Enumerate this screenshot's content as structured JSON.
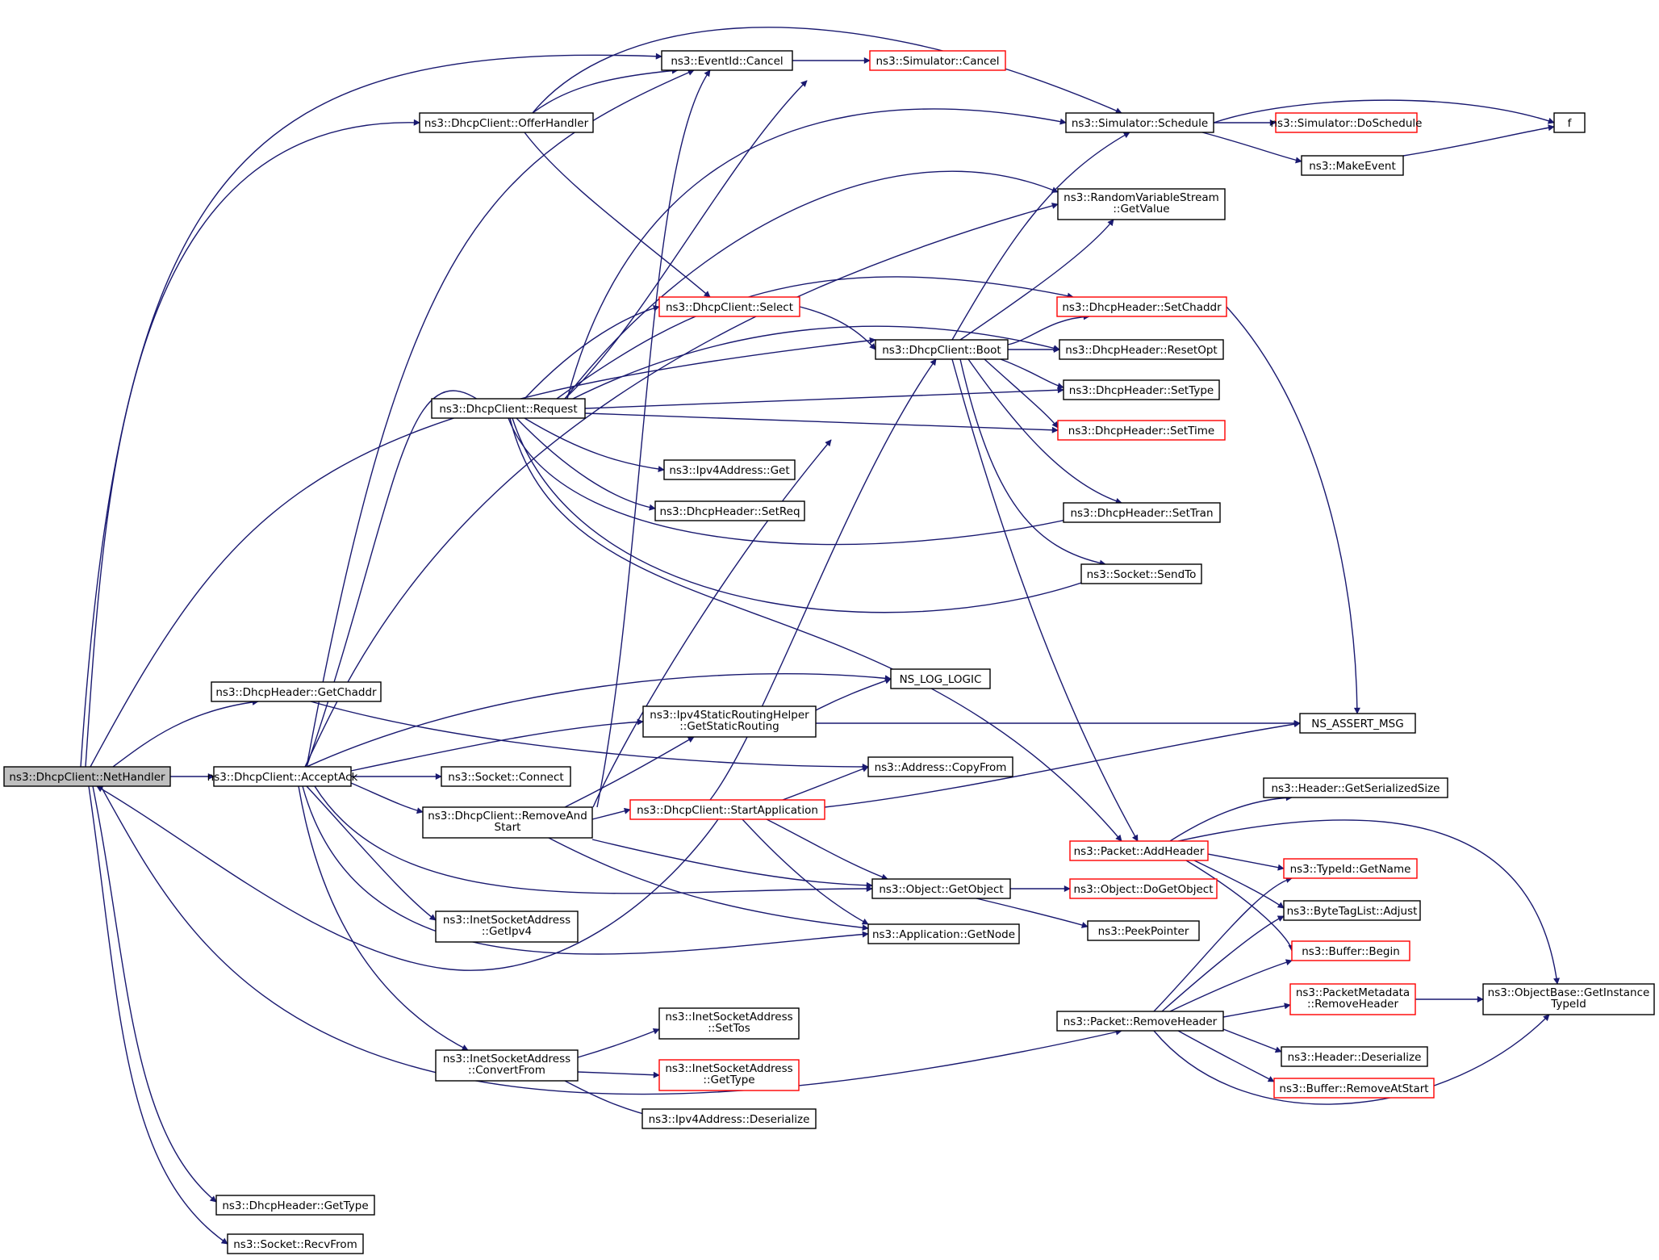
{
  "colors": {
    "edge": "#191970",
    "border_black": "#000000",
    "border_red": "#ff0000",
    "focus_fill": "#bfbfbf"
  },
  "nodes": {
    "nethandler": {
      "lines": [
        "ns3::DhcpClient::NetHandler"
      ],
      "style": "focus"
    },
    "offerhandler": {
      "lines": [
        "ns3::DhcpClient::OfferHandler"
      ],
      "style": "black"
    },
    "getchaddr": {
      "lines": [
        "ns3::DhcpHeader::GetChaddr"
      ],
      "style": "black"
    },
    "acceptack": {
      "lines": [
        "ns3::DhcpClient::AcceptAck"
      ],
      "style": "black"
    },
    "dh_gettype": {
      "lines": [
        "ns3::DhcpHeader::GetType"
      ],
      "style": "black"
    },
    "recvfrom": {
      "lines": [
        "ns3::Socket::RecvFrom"
      ],
      "style": "black"
    },
    "request": {
      "lines": [
        "ns3::DhcpClient::Request"
      ],
      "style": "black"
    },
    "removeandstart": {
      "lines": [
        "ns3::DhcpClient::RemoveAnd",
        "Start"
      ],
      "style": "black"
    },
    "getipv4": {
      "lines": [
        "ns3::InetSocketAddress",
        "::GetIpv4"
      ],
      "style": "black"
    },
    "convertfrom": {
      "lines": [
        "ns3::InetSocketAddress",
        "::ConvertFrom"
      ],
      "style": "black"
    },
    "connect": {
      "lines": [
        "ns3::Socket::Connect"
      ],
      "style": "black"
    },
    "eventcancel": {
      "lines": [
        "ns3::EventId::Cancel"
      ],
      "style": "black"
    },
    "select": {
      "lines": [
        "ns3::DhcpClient::Select"
      ],
      "style": "red"
    },
    "ipv4get": {
      "lines": [
        "ns3::Ipv4Address::Get"
      ],
      "style": "black"
    },
    "setreq": {
      "lines": [
        "ns3::DhcpHeader::SetReq"
      ],
      "style": "black"
    },
    "getstaticrouting": {
      "lines": [
        "ns3::Ipv4StaticRoutingHelper",
        "::GetStaticRouting"
      ],
      "style": "black"
    },
    "startapp": {
      "lines": [
        "ns3::DhcpClient::StartApplication"
      ],
      "style": "red"
    },
    "settos": {
      "lines": [
        "ns3::InetSocketAddress",
        "::SetTos"
      ],
      "style": "black"
    },
    "isa_gettype": {
      "lines": [
        "ns3::InetSocketAddress",
        "::GetType"
      ],
      "style": "red"
    },
    "ipv4deser": {
      "lines": [
        "ns3::Ipv4Address::Deserialize"
      ],
      "style": "black"
    },
    "simcancel": {
      "lines": [
        "ns3::Simulator::Cancel"
      ],
      "style": "red"
    },
    "boot": {
      "lines": [
        "ns3::DhcpClient::Boot"
      ],
      "style": "black"
    },
    "nslog": {
      "lines": [
        "NS_LOG_LOGIC"
      ],
      "style": "black"
    },
    "copyfrom": {
      "lines": [
        "ns3::Address::CopyFrom"
      ],
      "style": "black"
    },
    "getobject": {
      "lines": [
        "ns3::Object::GetObject"
      ],
      "style": "black"
    },
    "getnode": {
      "lines": [
        "ns3::Application::GetNode"
      ],
      "style": "black"
    },
    "schedule": {
      "lines": [
        "ns3::Simulator::Schedule"
      ],
      "style": "black"
    },
    "getvalue": {
      "lines": [
        "ns3::RandomVariableStream",
        "::GetValue"
      ],
      "style": "black"
    },
    "setchaddr": {
      "lines": [
        "ns3::DhcpHeader::SetChaddr"
      ],
      "style": "red"
    },
    "resetopt": {
      "lines": [
        "ns3::DhcpHeader::ResetOpt"
      ],
      "style": "black"
    },
    "settype": {
      "lines": [
        "ns3::DhcpHeader::SetType"
      ],
      "style": "black"
    },
    "settime": {
      "lines": [
        "ns3::DhcpHeader::SetTime"
      ],
      "style": "red"
    },
    "settran": {
      "lines": [
        "ns3::DhcpHeader::SetTran"
      ],
      "style": "black"
    },
    "sendto": {
      "lines": [
        "ns3::Socket::SendTo"
      ],
      "style": "black"
    },
    "addheader": {
      "lines": [
        "ns3::Packet::AddHeader"
      ],
      "style": "red"
    },
    "dogetobject": {
      "lines": [
        "ns3::Object::DoGetObject"
      ],
      "style": "red"
    },
    "peekpointer": {
      "lines": [
        "ns3::PeekPointer"
      ],
      "style": "black"
    },
    "removeheader": {
      "lines": [
        "ns3::Packet::RemoveHeader"
      ],
      "style": "black"
    },
    "doschedule": {
      "lines": [
        "ns3::Simulator::DoSchedule"
      ],
      "style": "red"
    },
    "makeevent": {
      "lines": [
        "ns3::MakeEvent"
      ],
      "style": "black"
    },
    "nsassert": {
      "lines": [
        "NS_ASSERT_MSG"
      ],
      "style": "black"
    },
    "getserializedsize": {
      "lines": [
        "ns3::Header::GetSerializedSize"
      ],
      "style": "black"
    },
    "typeidgetname": {
      "lines": [
        "ns3::TypeId::GetName"
      ],
      "style": "red"
    },
    "bytetagadjust": {
      "lines": [
        "ns3::ByteTagList::Adjust"
      ],
      "style": "black"
    },
    "bufferbegin": {
      "lines": [
        "ns3::Buffer::Begin"
      ],
      "style": "red"
    },
    "pm_removeheader": {
      "lines": [
        "ns3::PacketMetadata",
        "::RemoveHeader"
      ],
      "style": "red"
    },
    "headerdeser": {
      "lines": [
        "ns3::Header::Deserialize"
      ],
      "style": "black"
    },
    "removeatstart": {
      "lines": [
        "ns3::Buffer::RemoveAtStart"
      ],
      "style": "red"
    },
    "f": {
      "lines": [
        "f"
      ],
      "style": "black"
    },
    "getinstancetypeid": {
      "lines": [
        "ns3::ObjectBase::GetInstance",
        "TypeId"
      ],
      "style": "black"
    }
  }
}
